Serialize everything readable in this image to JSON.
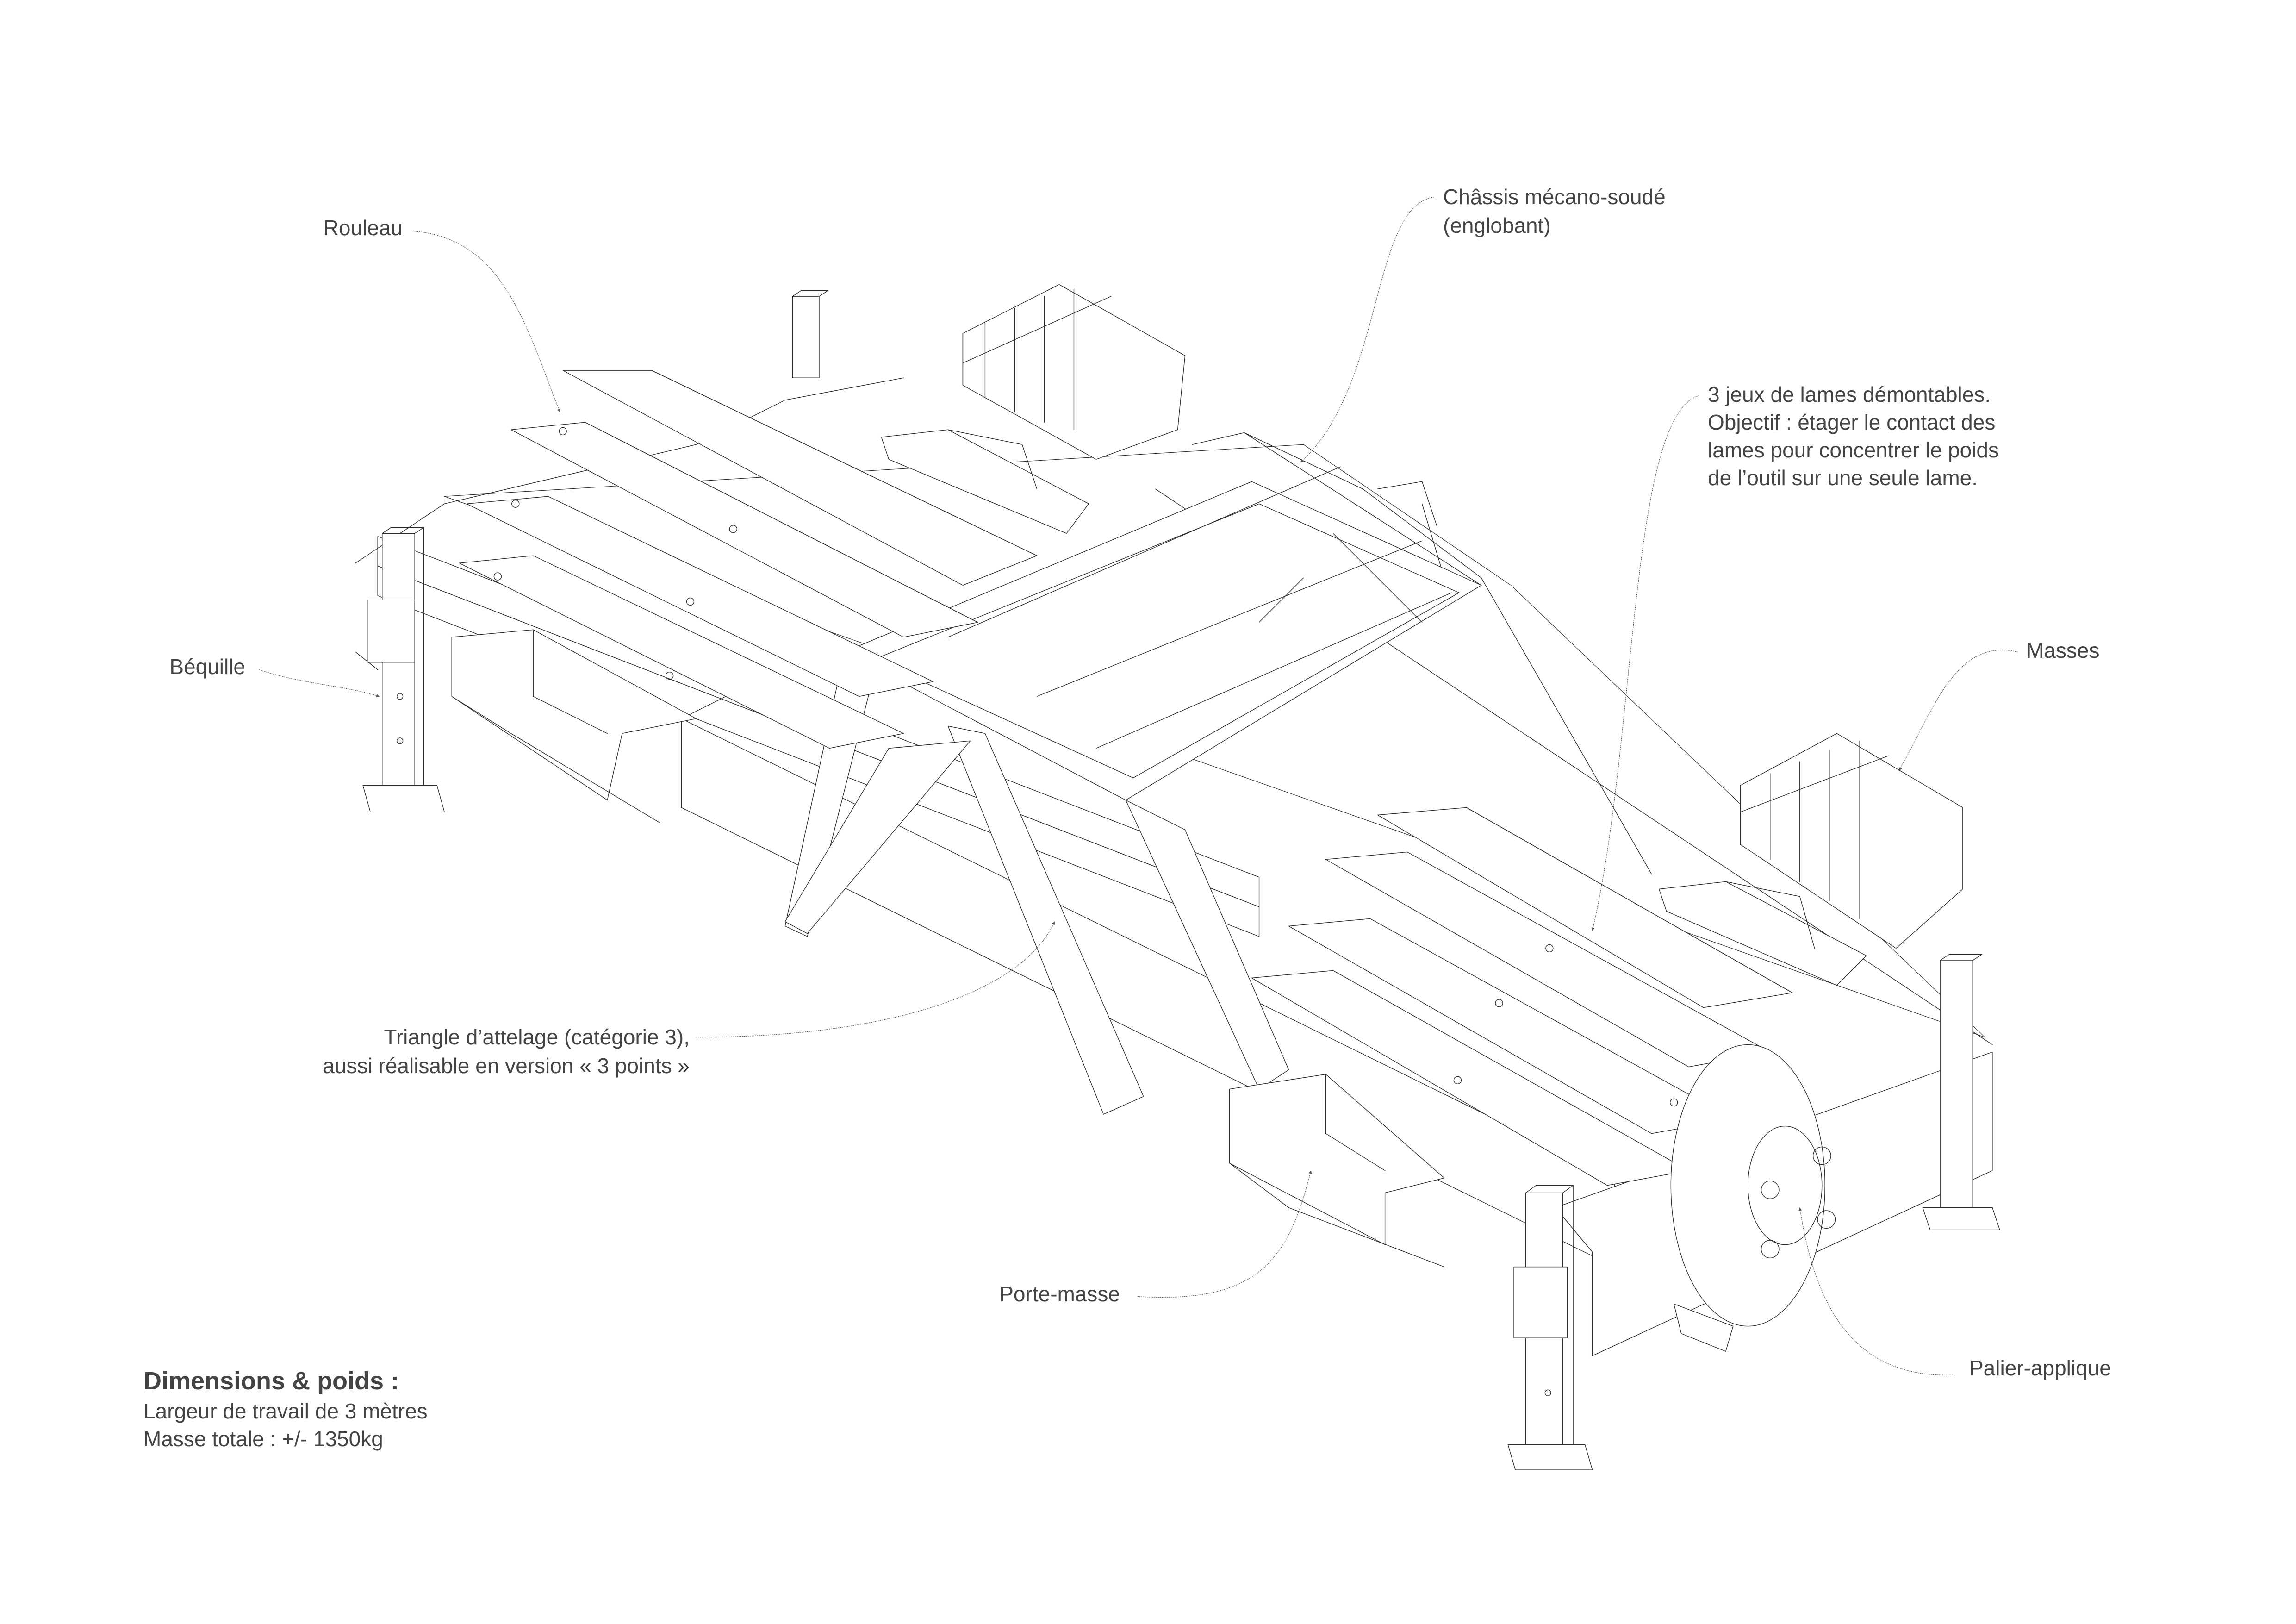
{
  "colors": {
    "line": "#2b2b2b",
    "leader": "#555555",
    "text": "#444444",
    "background": "#ffffff"
  },
  "labels": {
    "rouleau": "Rouleau",
    "chassis_1": "Châssis mécano-soudé",
    "chassis_2": "(englobant)",
    "lames_1": "3 jeux de lames démontables.",
    "lames_2": "Objectif : étager le contact des",
    "lames_3": "lames pour concentrer le poids",
    "lames_4": "de l’outil sur une seule lame.",
    "bequille": "Béquille",
    "masses": "Masses",
    "triangle_1": "Triangle d’attelage (catégorie 3),",
    "triangle_2": "aussi réalisable en version « 3 points »",
    "porte_masse": "Porte-masse",
    "palier": "Palier-applique"
  },
  "dimensions": {
    "title": "Dimensions & poids :",
    "line1": "Largeur de travail de 3 mètres",
    "line2": "Masse totale : +/- 1350kg"
  }
}
